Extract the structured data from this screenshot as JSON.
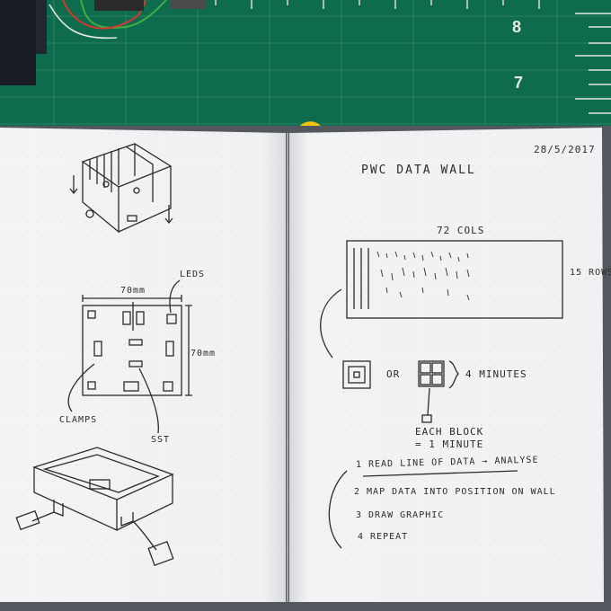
{
  "mat": {
    "color": "#0f6b4e",
    "ruler_numbers": [
      "8",
      "7"
    ]
  },
  "left_page": {
    "dimension_top": "70mm",
    "dimension_side": "70mm",
    "label_leds": "LEDS",
    "label_clamps": "CLAMPS",
    "label_sst": "SST"
  },
  "right_page": {
    "date": "28/5/2017",
    "title": "PWC DATA WALL",
    "cols_label": "72 COLS",
    "rows_label": "15 ROWS",
    "or_label": "OR",
    "minutes_label": "4 MINUTES",
    "each_block": "EACH BLOCK",
    "one_minute": "= 1 MINUTE",
    "steps": [
      "1  READ LINE OF DATA → ANALYSE",
      "2  MAP DATA INTO POSITION ON WALL",
      "3  DRAW GRAPHIC",
      "4  REPEAT"
    ]
  }
}
